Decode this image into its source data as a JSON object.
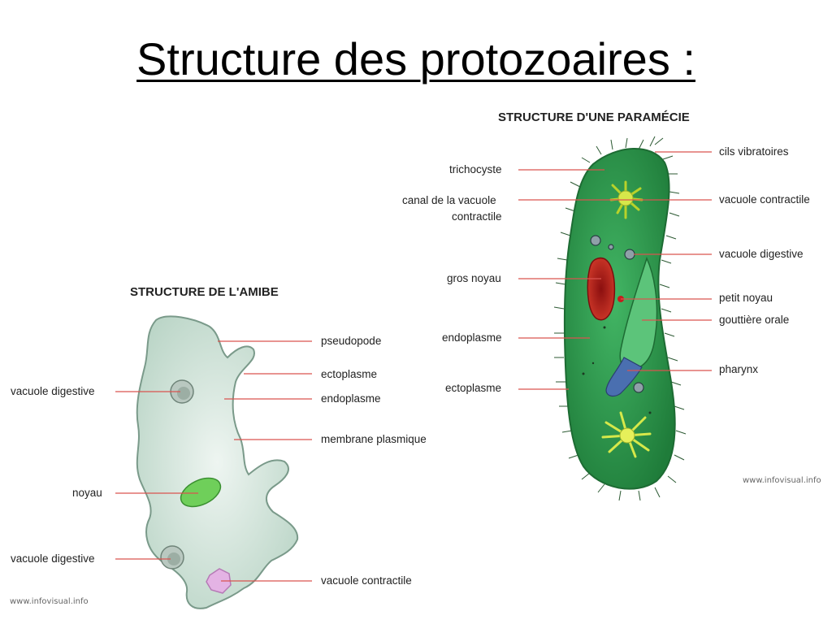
{
  "title": "Structure des protozoaires :",
  "amoeba": {
    "heading": "STRUCTURE DE L'AMIBE",
    "labels": {
      "pseudopode": "pseudopode",
      "ectoplasme": "ectoplasme",
      "endoplasme": "endoplasme",
      "membrane": "membrane plasmique",
      "vacuole_contractile": "vacuole contractile",
      "vacuole_digestive_top": "vacuole digestive",
      "noyau": "noyau",
      "vacuole_digestive_bottom": "vacuole digestive"
    },
    "credit": "www.infovisual.info"
  },
  "paramecium": {
    "heading": "STRUCTURE D'UNE PARAMÉCIE",
    "labels": {
      "trichocyste": "trichocyste",
      "canal_line1": "canal de la vacuole",
      "canal_line2": "contractile",
      "gros_noyau": "gros noyau",
      "endoplasme": "endoplasme",
      "ectoplasme": "ectoplasme",
      "cils": "cils vibratoires",
      "vacuole_contractile": "vacuole contractile",
      "vacuole_digestive": "vacuole digestive",
      "petit_noyau": "petit noyau",
      "gouttiere": "gouttière orale",
      "pharynx": "pharynx"
    },
    "credit": "www.infovisual.info"
  },
  "colors": {
    "leader_line": "#d9534f",
    "amoeba_body": "#cfe3d9",
    "amoeba_outline": "#7a9a8a",
    "paramecium_body": "#2f9e4f",
    "paramecium_outline": "#1d6b33",
    "nucleus_red": "#b41e1e",
    "contractile_pink": "#e4b3e4",
    "vacuole_yellow": "#d6e84a"
  }
}
